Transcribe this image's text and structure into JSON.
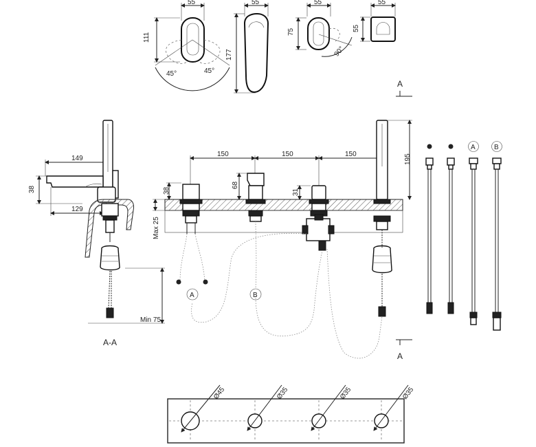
{
  "top_views": {
    "view1": {
      "width": "55",
      "height": "111",
      "angle_left": "45°",
      "angle_right": "45°"
    },
    "view2": {
      "width": "55",
      "height": "177"
    },
    "view3": {
      "width": "55",
      "height": "75",
      "angle": "90°"
    },
    "view4": {
      "width": "55",
      "height": "55"
    }
  },
  "section_marker_label": "A",
  "section_view": {
    "title": "A-A",
    "dims": {
      "spout_length": "149",
      "height": "38",
      "base_length": "129",
      "min_depth": "Min 75"
    }
  },
  "front_view": {
    "spacing": [
      "150",
      "150",
      "150"
    ],
    "dims": {
      "height_left": "38",
      "height_handle": "68",
      "height_diverter": "31",
      "height_shower": "195",
      "max_thickness": "Max 25"
    },
    "hose_labels": [
      "A",
      "B"
    ]
  },
  "hoses": {
    "labels": [
      "A",
      "B"
    ]
  },
  "plate": {
    "diameters": [
      "Ø45",
      "Ø35",
      "Ø35",
      "Ø35"
    ]
  }
}
